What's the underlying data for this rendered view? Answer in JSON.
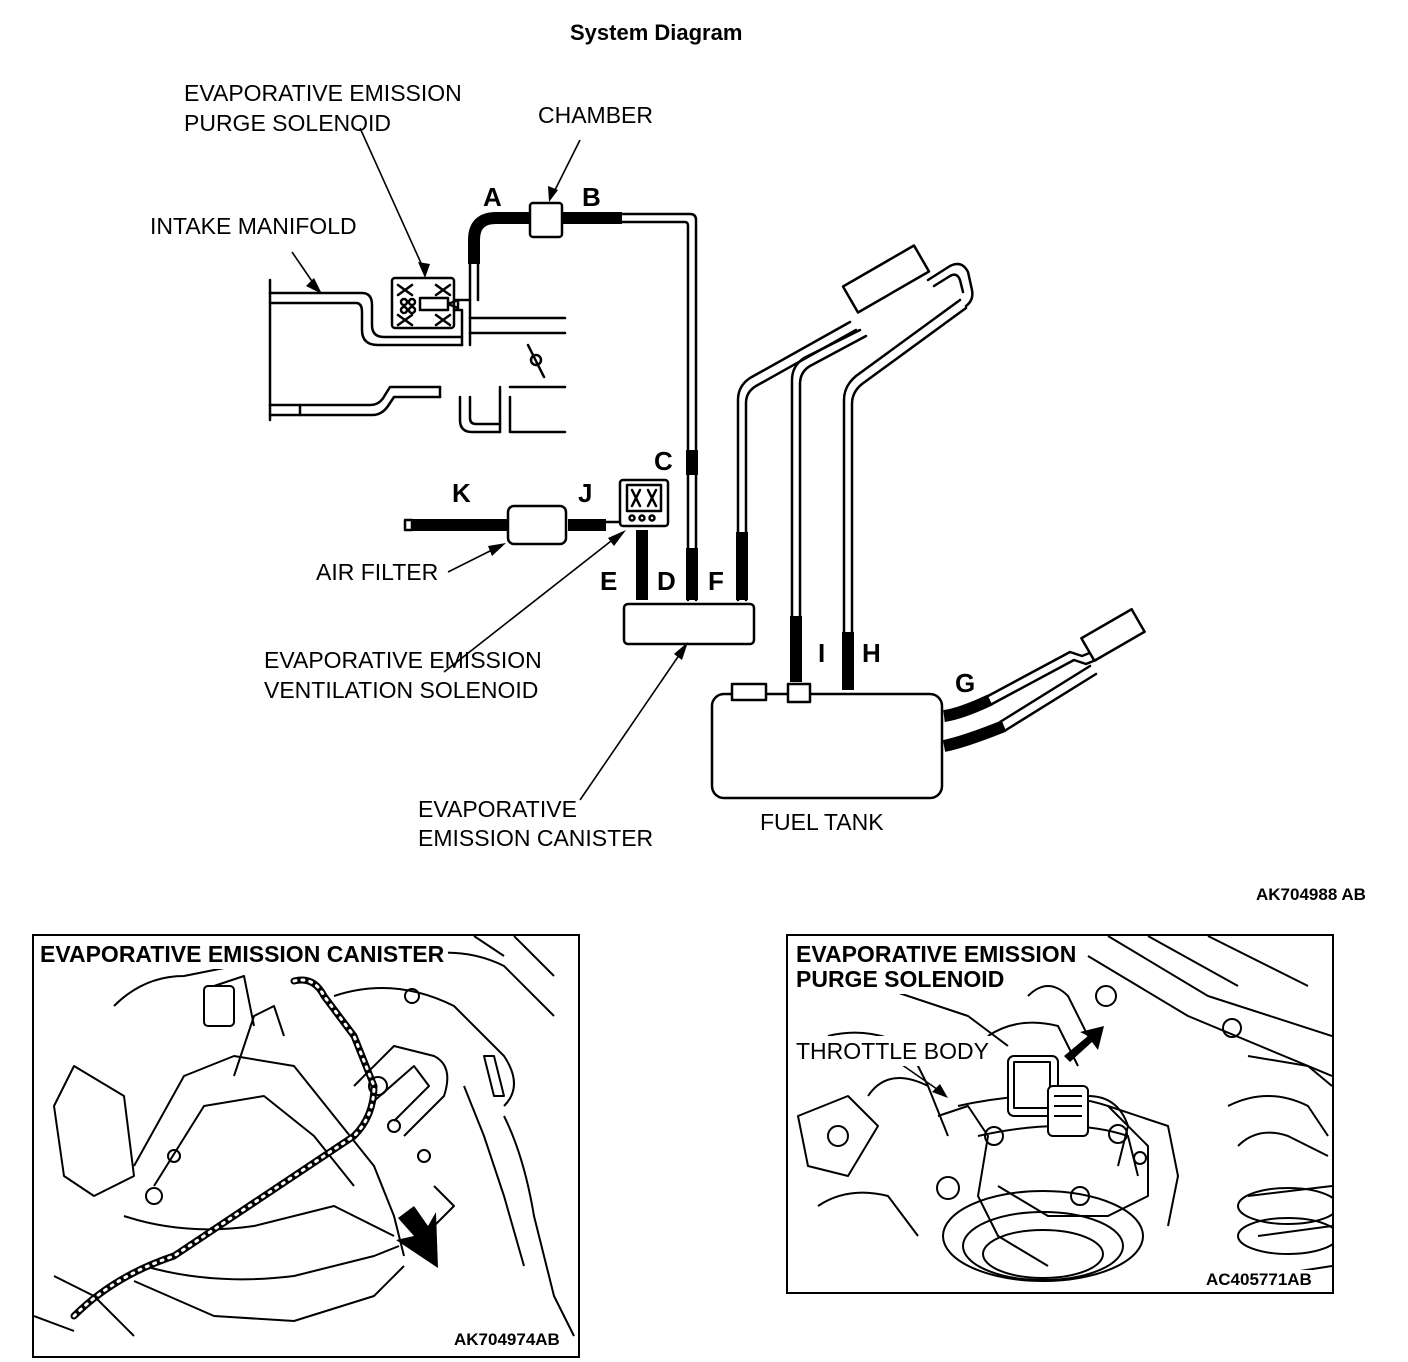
{
  "title": "System Diagram",
  "labels": {
    "purge_solenoid_1": "EVAPORATIVE EMISSION",
    "purge_solenoid_2": "PURGE SOLENOID",
    "chamber": "CHAMBER",
    "intake_manifold": "INTAKE MANIFOLD",
    "air_filter": "AIR FILTER",
    "vent_solenoid_1": "EVAPORATIVE EMISSION",
    "vent_solenoid_2": "VENTILATION SOLENOID",
    "canister_1": "EVAPORATIVE",
    "canister_2": "EMISSION CANISTER",
    "fuel_tank": "FUEL TANK"
  },
  "hose_letters": {
    "a": "A",
    "b": "B",
    "c": "C",
    "d": "D",
    "e": "E",
    "f": "F",
    "g": "G",
    "h": "H",
    "i": "I",
    "j": "J",
    "k": "K"
  },
  "figure_code": "AK704988 AB",
  "panels": {
    "canister": {
      "title": "EVAPORATIVE EMISSION CANISTER",
      "code": "AK704974AB"
    },
    "purge": {
      "title_1": "EVAPORATIVE EMISSION",
      "title_2": "PURGE SOLENOID",
      "throttle_body": "THROTTLE BODY",
      "code": "AC405771AB"
    }
  }
}
